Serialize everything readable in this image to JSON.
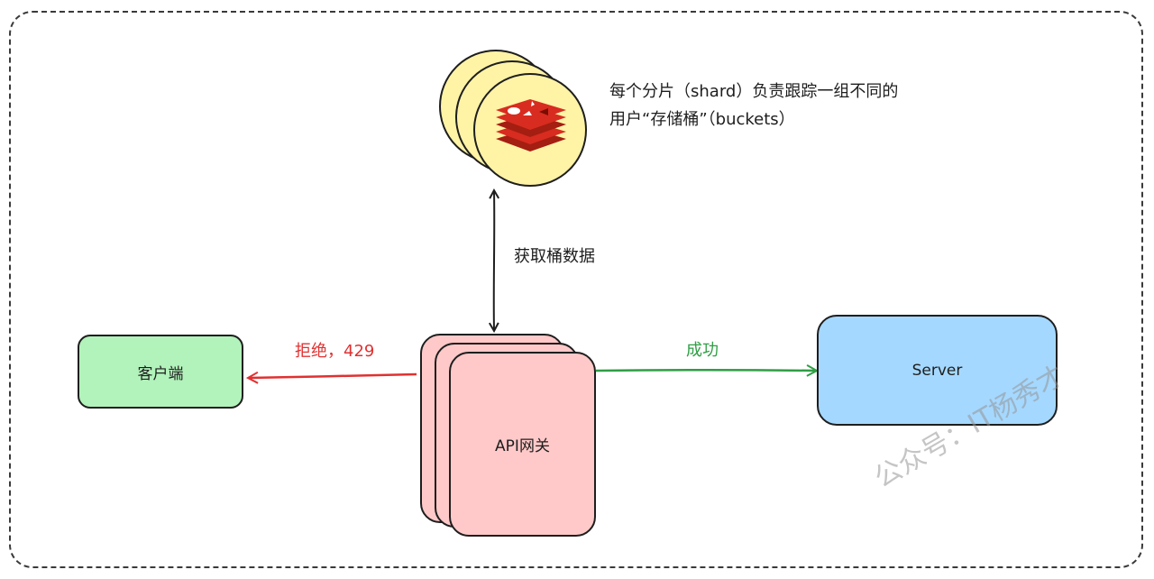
{
  "diagram": {
    "shard_note": {
      "line1": "每个分片（shard）负责跟踪一组不同的",
      "line2": "用户“存储桶”（buckets）"
    },
    "fetch_label": "获取桶数据",
    "client_label": "客户端",
    "gateway_label": "API网关",
    "server_label": "Server",
    "reject_label": "拒绝，429",
    "success_label": "成功",
    "watermark": "公众号：IT杨秀才"
  },
  "colors": {
    "client_fill": "#b2f2bb",
    "server_fill": "#a5d8ff",
    "gateway_fill": "#ffc9c9",
    "shard_fill": "#fff3a6",
    "reject": "#e03131",
    "success": "#2f9e44"
  }
}
